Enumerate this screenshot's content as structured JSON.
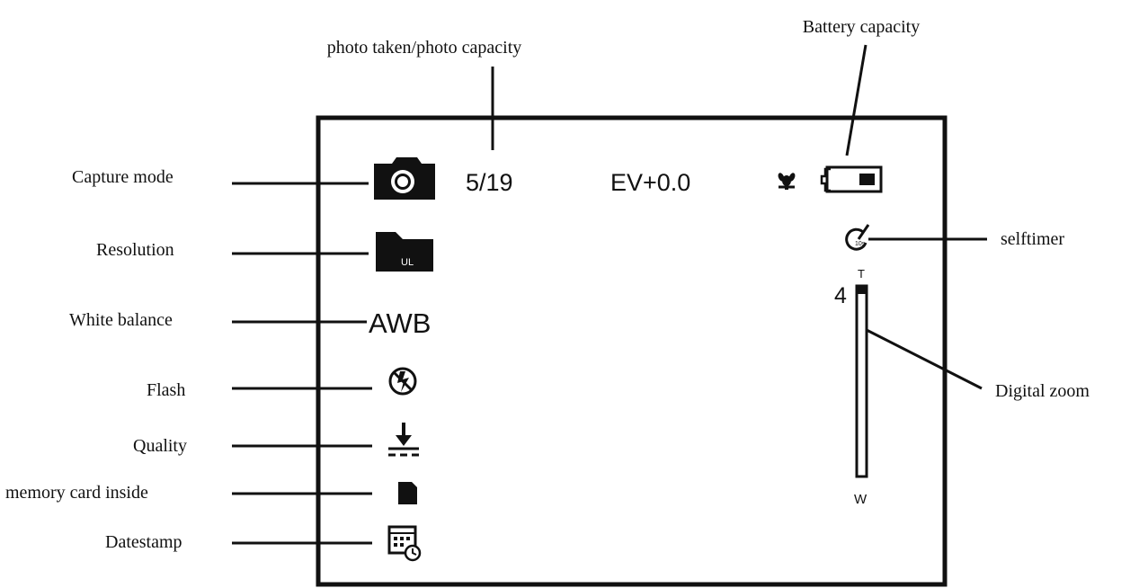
{
  "labels": {
    "photo_count": "photo taken/photo capacity",
    "battery": "Battery capacity",
    "capture_mode": "Capture mode",
    "resolution": "Resolution",
    "white_balance": "White balance",
    "flash": "Flash",
    "quality": "Quality",
    "memory_card": "memory card inside",
    "datestamp": "Datestamp",
    "selftimer": "selftimer",
    "digital_zoom": "Digital zoom"
  },
  "screen": {
    "photo_counter": "5/19",
    "ev_value": "EV+0.0",
    "resolution_badge": "UL",
    "white_balance_value": "AWB",
    "zoom_level": "4",
    "zoom_tele": "T",
    "zoom_wide": "W"
  },
  "icons": {
    "capture_mode": "camera-icon",
    "resolution": "resolution-card-icon",
    "flash": "flash-off-icon",
    "quality": "quality-icon",
    "memory_card": "sd-card-icon",
    "datestamp": "calendar-clock-icon",
    "macro": "macro-flower-icon",
    "battery": "battery-icon",
    "selftimer": "selftimer-icon"
  }
}
